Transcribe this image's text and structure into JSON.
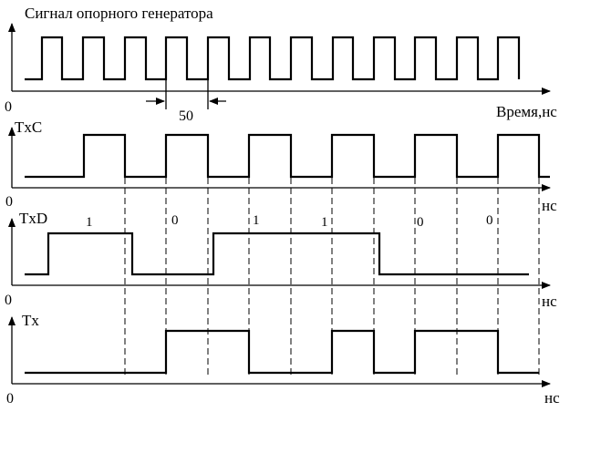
{
  "diagram": {
    "reference_clock": {
      "title": "Сигнал опорного генератора",
      "origin_label": "0",
      "axis_label": "Время,нс",
      "period_label": "50"
    },
    "txc": {
      "name": "TxC",
      "origin_label": "0",
      "axis_label": "нс"
    },
    "txd": {
      "name": "TxD",
      "origin_label": "0",
      "axis_label": "нс",
      "bits": [
        "1",
        "0",
        "1",
        "1",
        "0",
        "0"
      ]
    },
    "tx": {
      "name": "Tx",
      "origin_label": "0",
      "axis_label": "нс"
    }
  }
}
